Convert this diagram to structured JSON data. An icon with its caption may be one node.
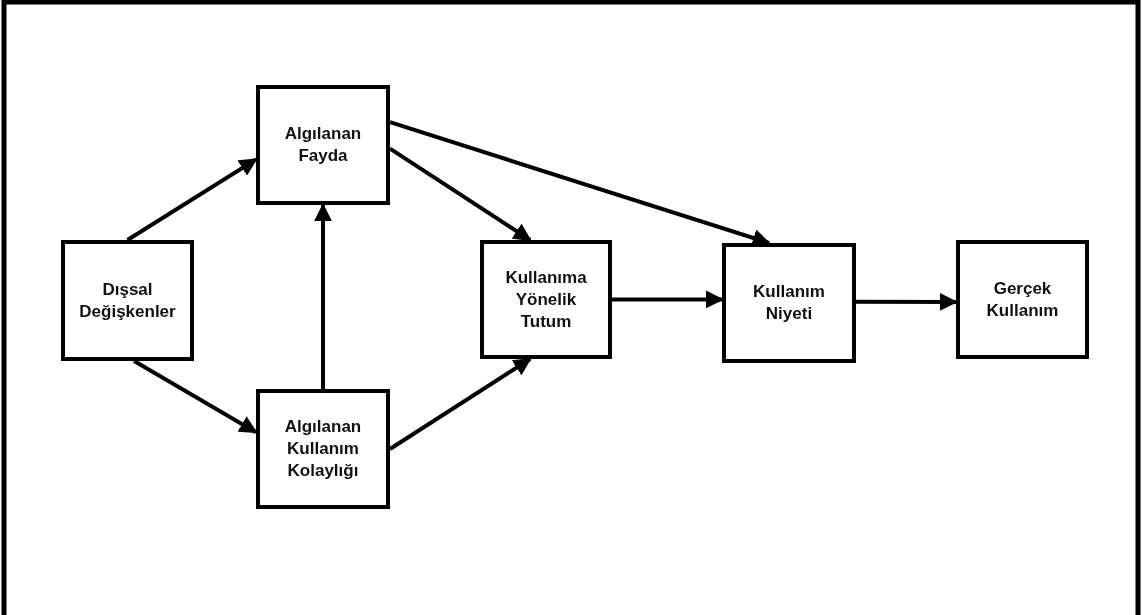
{
  "diagram": {
    "nodes": [
      {
        "text": [
          "Dışsal Değişkenler"
        ]
      },
      {
        "text": [
          "Algılanan Fayda"
        ]
      },
      {
        "text": [
          "Algılanan Kullanım Kolaylığı"
        ]
      },
      {
        "text": [
          "Kullanıma Yönelik Tutum"
        ]
      },
      {
        "text": [
          "Kullanım Niyeti"
        ]
      },
      {
        "text": [
          "Gerçek Kullanım"
        ]
      }
    ],
    "edges": [
      {
        "from": 0,
        "to": 1,
        "arrow": "to"
      },
      {
        "from": 0,
        "to": 2,
        "arrow": "to"
      },
      {
        "from": 2,
        "to": 1,
        "arrow": "to"
      },
      {
        "from": 1,
        "to": 3,
        "arrow": "to"
      },
      {
        "from": 2,
        "to": 3,
        "arrow": "to"
      },
      {
        "from": 1,
        "to": 4,
        "arrow": "to"
      },
      {
        "from": 3,
        "to": 4,
        "arrow": "to"
      },
      {
        "from": 4,
        "to": 5,
        "arrow": "to"
      }
    ]
  }
}
